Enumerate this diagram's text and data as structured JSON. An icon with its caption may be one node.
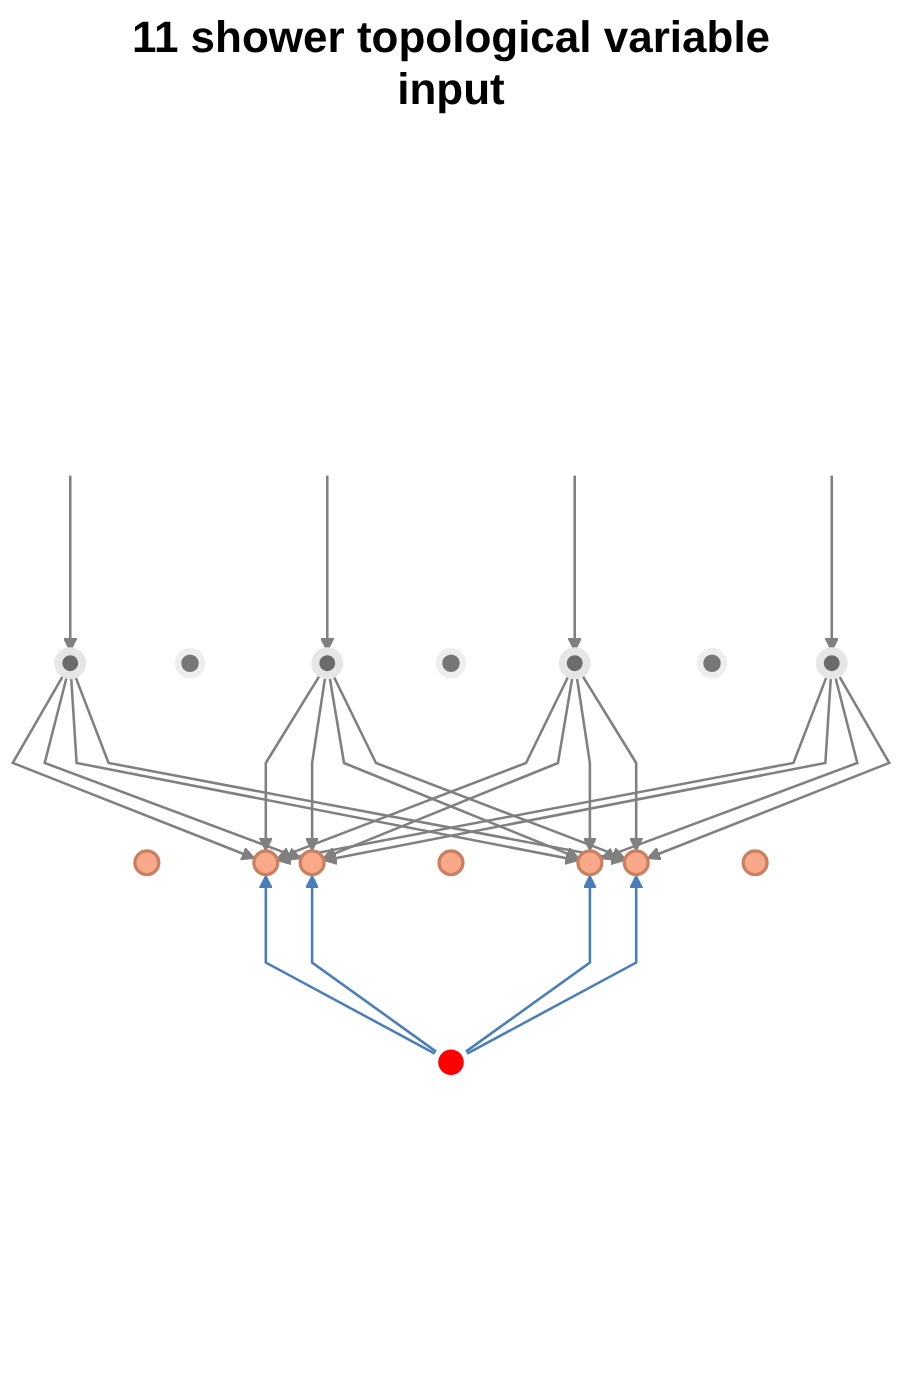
{
  "diagram": {
    "nodes": [
      {
        "text": [],
        "shape": "circle"
      },
      {
        "text": [],
        "shape": "circle"
      },
      {
        "text": [],
        "shape": "dot"
      },
      {
        "text": [],
        "shape": "dot"
      },
      {
        "text": [],
        "shape": "dot"
      },
      {
        "text": [],
        "shape": "circle"
      },
      {
        "text": [],
        "shape": "circle"
      },
      {
        "text": [],
        "shape": "circle"
      },
      {
        "text": [],
        "shape": "circle"
      },
      {
        "text": [],
        "shape": "dot"
      },
      {
        "text": [],
        "shape": "dot"
      },
      {
        "text": [],
        "shape": "dot"
      },
      {
        "text": [],
        "shape": "circle"
      },
      {
        "text": [],
        "shape": "circle"
      },
      {
        "text": [],
        "shape": "circle"
      }
    ],
    "edges": [
      {
        "from": null,
        "to": 0,
        "arrow": "to"
      },
      {
        "from": null,
        "to": 1,
        "arrow": "to"
      },
      {
        "from": null,
        "to": 5,
        "arrow": "to"
      },
      {
        "from": null,
        "to": 6,
        "arrow": "to"
      },
      {
        "from": 0,
        "to": 7,
        "arrow": "to"
      },
      {
        "from": 0,
        "to": 8,
        "arrow": "to"
      },
      {
        "from": 0,
        "to": 12,
        "arrow": "to"
      },
      {
        "from": 0,
        "to": 13,
        "arrow": "to"
      },
      {
        "from": 1,
        "to": 7,
        "arrow": "to"
      },
      {
        "from": 1,
        "to": 8,
        "arrow": "to"
      },
      {
        "from": 1,
        "to": 12,
        "arrow": "to"
      },
      {
        "from": 1,
        "to": 13,
        "arrow": "to"
      },
      {
        "from": 5,
        "to": 7,
        "arrow": "to"
      },
      {
        "from": 5,
        "to": 8,
        "arrow": "to"
      },
      {
        "from": 5,
        "to": 12,
        "arrow": "to"
      },
      {
        "from": 5,
        "to": 13,
        "arrow": "to"
      },
      {
        "from": 6,
        "to": 7,
        "arrow": "to"
      },
      {
        "from": 6,
        "to": 8,
        "arrow": "to"
      },
      {
        "from": 6,
        "to": 12,
        "arrow": "to"
      },
      {
        "from": 6,
        "to": 13,
        "arrow": "to"
      },
      {
        "from": 14,
        "to": 7,
        "arrow": "to",
        "color": "#4a7ebb"
      },
      {
        "from": 14,
        "to": 8,
        "arrow": "to",
        "color": "#4a7ebb"
      },
      {
        "from": 14,
        "to": 12,
        "arrow": "to",
        "color": "#4a7ebb"
      },
      {
        "from": 14,
        "to": 13,
        "arrow": "to",
        "color": "#4a7ebb"
      }
    ],
    "labels": [
      "11 shower topological variable input"
    ]
  }
}
